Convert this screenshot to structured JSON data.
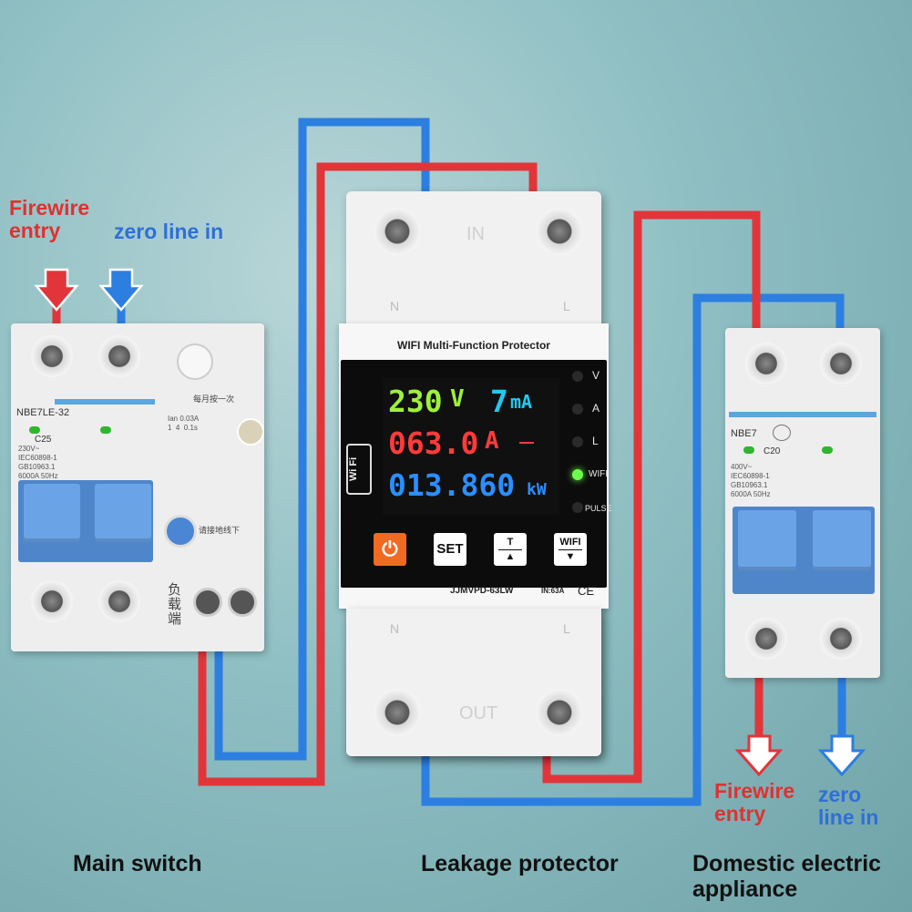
{
  "labels": {
    "firewire_entry_left": "Firewire\nentry",
    "zero_line_in_left": "zero line in",
    "firewire_entry_right": "Firewire\nentry",
    "zero_line_in_right": "zero\nline in"
  },
  "captions": {
    "main_switch": "Main switch",
    "leakage_protector": "Leakage protector",
    "domestic_appliance": "Domestic electric\nappliance"
  },
  "main_breaker": {
    "model": "NBE7LE-32",
    "rating": "C25",
    "spec_text": "230V~\nIEC60898-1\nGB10963.1\n6000A 50Hz",
    "top_note": "每月按一次",
    "test_text": "Ian 0.03A\n1  4  0.1s",
    "side_text": "负\n载\n端",
    "ground_text": "请接地线下"
  },
  "protector": {
    "title": "WIFI Multi-Function Protector",
    "in_label": "IN",
    "out_label": "OUT",
    "n_label": "N",
    "l_label": "L",
    "wifi_badge": "Wi Fi",
    "voltage": "230",
    "voltage_unit": "V",
    "leakage": "7",
    "leakage_unit": "mA",
    "current": "063.0",
    "current_unit": "A",
    "energy": "013.860",
    "energy_unit": "kW",
    "indicators": [
      "V",
      "A",
      "L",
      "WIFI",
      "PULSE"
    ],
    "buttons": {
      "power": "⏻",
      "set": "SET",
      "t_top": "T",
      "t_bottom": "▲",
      "wifi_top": "WIFI",
      "wifi_bottom": "▼"
    },
    "model": "JJMVPD-63LW",
    "in_rating": "IN:63A",
    "ce": "CE"
  },
  "appliance_breaker": {
    "model": "NBE7",
    "rating": "C20",
    "spec_text": "400V~\nIEC60898-1\nGB10963.1\n6000A 50Hz"
  },
  "colors": {
    "red_wire": "#e2353a",
    "blue_wire": "#2c7ee0",
    "voltage_green": "#9ef03a",
    "leakage_cyan": "#22c8f0",
    "current_red": "#ff3b3b",
    "energy_blue": "#2a8fff",
    "power_orange": "#f06a22"
  }
}
